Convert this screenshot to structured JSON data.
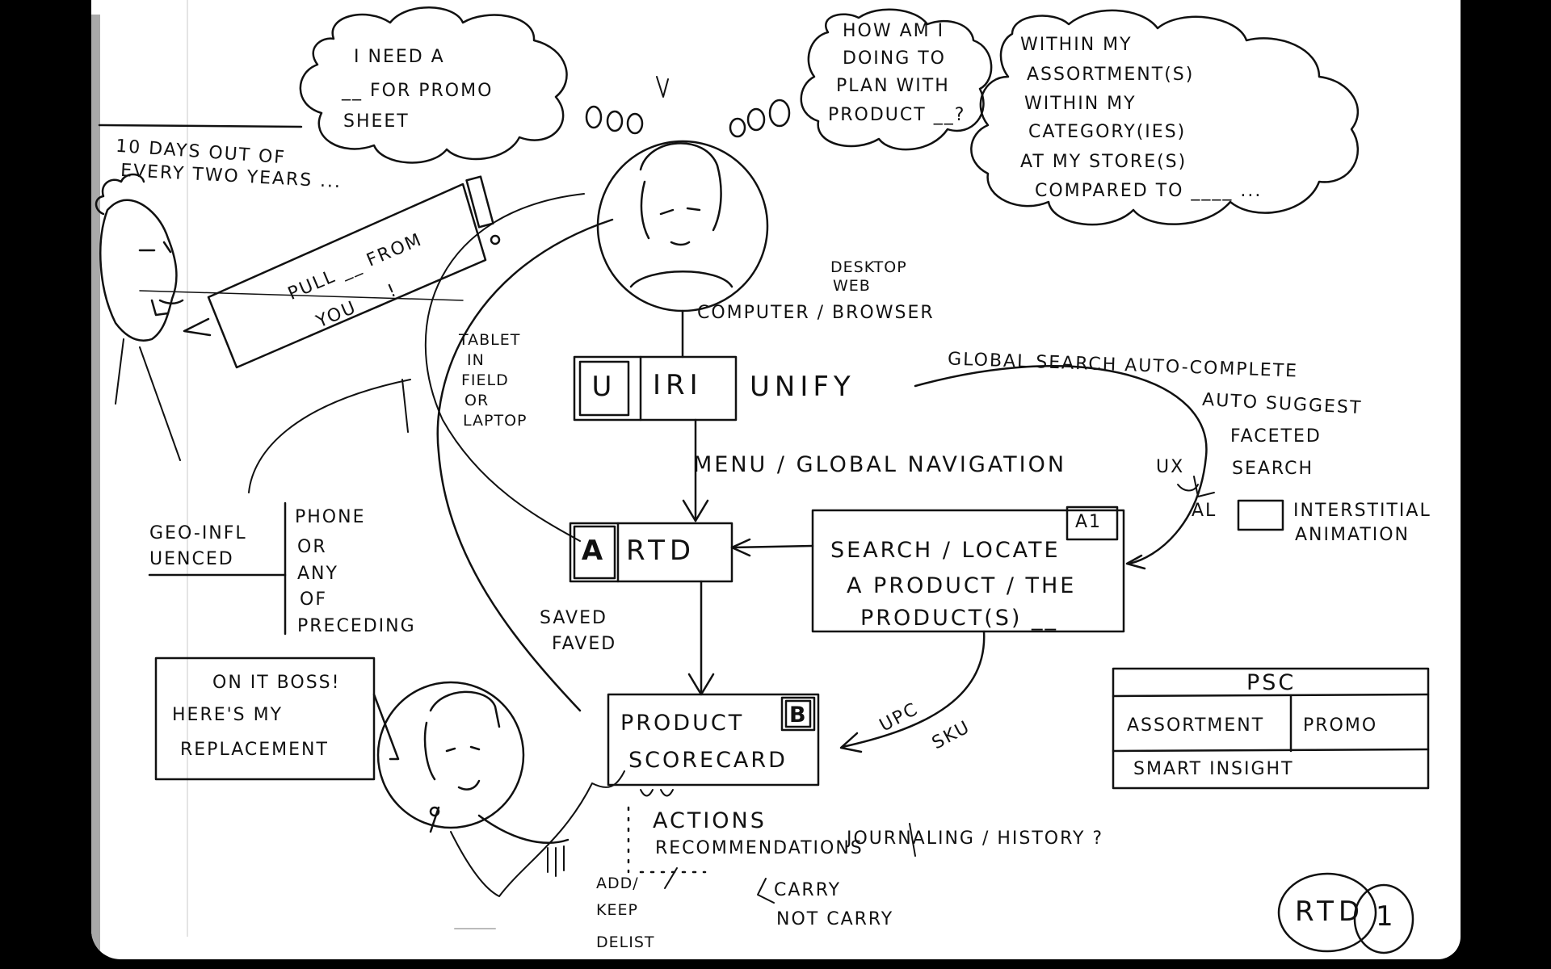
{
  "notes": {
    "bubble_promo": [
      "I NEED A",
      "__ FOR PROMO",
      "SHEET"
    ],
    "ten_days": [
      "10 DAYS OUT OF",
      "EVERY TWO YEARS ..."
    ],
    "pull_from_you": [
      "PULL __ FROM",
      "__ YOU __ !"
    ],
    "how_am_i": [
      "HOW AM I",
      "DOING TO",
      "PLAN WITH",
      "PRODUCT __?"
    ],
    "within": [
      "WITHIN MY",
      "ASSORTMENT(S)",
      "WITHIN MY",
      "CATEGORY(IES)",
      "AT MY STORE(S)",
      "COMPARED TO ____ ..."
    ],
    "desktop_web": [
      "DESKTOP",
      "WEB"
    ],
    "computer_browser": "COMPUTER / BROWSER",
    "tablet": [
      "TABLET",
      "IN",
      "FIELD",
      "OR",
      "LAPTOP"
    ],
    "unify": "UNIFY",
    "global_search": "GLOBAL SEARCH AUTO-COMPLETE",
    "auto_suggest": "AUTO SUGGEST",
    "faceted": [
      "FACETED",
      "SEARCH"
    ],
    "ux": "UX",
    "al": "AL",
    "interstitial": [
      "INTERSTITIAL",
      "ANIMATION"
    ],
    "menu_nav": "MENU / GLOBAL NAVIGATION",
    "geo": [
      "GEO-INFL",
      "UENCED"
    ],
    "phone": [
      "PHONE",
      "OR",
      "ANY",
      "OF",
      "PRECEDING"
    ],
    "saved": [
      "SAVED",
      "FAVED"
    ],
    "search_locate": [
      "SEARCH / LOCATE",
      "A PRODUCT / THE",
      "PRODUCT(S) __"
    ],
    "on_it": [
      "ON IT BOSS!",
      "HERE'S MY",
      "REPLACEMENT"
    ],
    "upc_sku": [
      "UPC",
      "SKU"
    ],
    "actions": [
      "ACTIONS",
      "RECOMMENDATIONS"
    ],
    "journaling": "JOURNALING / HISTORY ?",
    "add_keep": [
      "ADD/",
      "KEEP",
      "DELIST"
    ],
    "carry": [
      "CARRY",
      "NOT CARRY"
    ],
    "rtd_page": [
      "RTD",
      "1"
    ]
  },
  "boxes": {
    "iri": {
      "logo": "U",
      "label": "IRI"
    },
    "rtd": {
      "logo": "A",
      "label": "RTD"
    },
    "scorecard": {
      "tag": "B",
      "lines": [
        "PRODUCT",
        "SCORECARD"
      ]
    },
    "search_tag": "A1",
    "psc": {
      "title": "PSC",
      "left": "ASSORTMENT",
      "right": "PROMO",
      "bottom": "SMART INSIGHT"
    }
  }
}
